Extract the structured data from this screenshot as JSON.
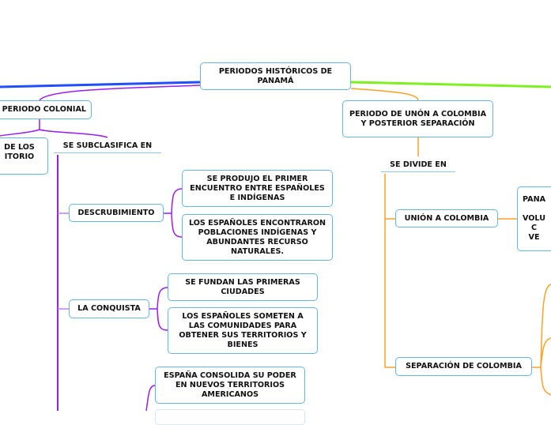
{
  "root": "PERIODOS HISTÓRICOS DE PANAMÁ",
  "colonial": {
    "title": "PERIODO COLONIAL",
    "left_node": "DE LOS\nITORIO",
    "sub_label": "SE SUBCLASIFICA EN",
    "descubrimiento": {
      "title": "DESCRUBIMIENTO",
      "items": [
        "SE PRODUJO EL PRIMER ENCUENTRO ENTRE ESPAÑOLES E INDÍGENAS",
        "LOS ESPAÑOLES ENCONTRARON POBLACIONES INDÍGENAS Y ABUNDANTES RECURSO NATURALES."
      ]
    },
    "conquista": {
      "title": "LA CONQUISTA",
      "items": [
        "SE FUNDAN LAS PRIMERAS CIUDADES",
        "LOS ESPAÑOLES SOMETEN A LAS COMUNIDADES PARA OBTENER SUS TERRITORIOS Y BIENES"
      ]
    },
    "colonia_items": [
      "ESPAÑA CONSOLIDA SU PODER EN NUEVOS TERRITORIOS AMERICANOS"
    ]
  },
  "union": {
    "title": "PERIODO DE UNÓN A COLOMBIA Y POSTERIOR SEPARACIÓN",
    "sub_label": "SE DIVIDE EN",
    "union_colombia": "UNIÓN A COLOMBIA",
    "union_detail": "PANA\n\nVOLU\nC\nVE",
    "separacion": "SEPARACIÓN DE COLOMBIA"
  },
  "colors": {
    "blue": "#1f4fff",
    "purple": "#9b1cf0",
    "green": "#7ef01f",
    "orange": "#ffa126",
    "border": "#63b6ea"
  }
}
